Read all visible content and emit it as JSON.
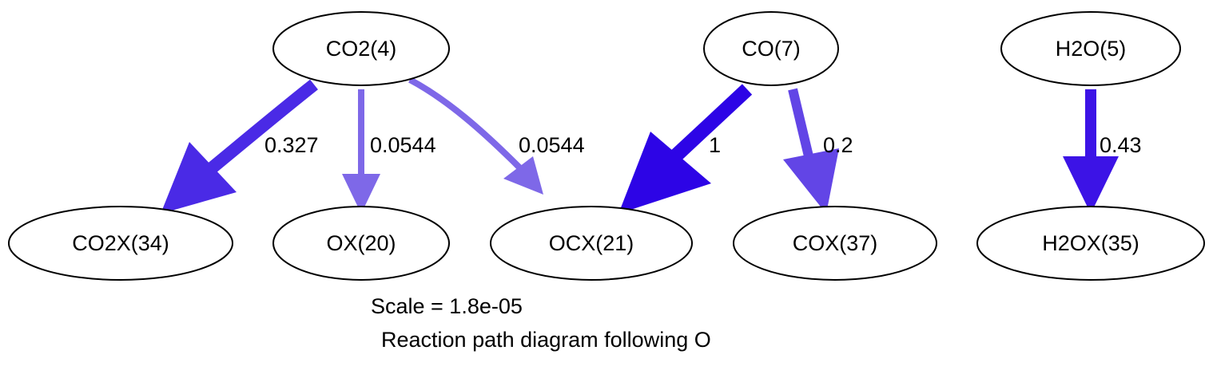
{
  "nodes": {
    "co2": "CO2(4)",
    "co": "CO(7)",
    "h2o": "H2O(5)",
    "co2x": "CO2X(34)",
    "ox": "OX(20)",
    "ocx": "OCX(21)",
    "cox": "COX(37)",
    "h2ox": "H2OX(35)"
  },
  "edges": [
    {
      "from": "CO2(4)",
      "to": "CO2X(34)",
      "label": "0.327",
      "color": "#4a2ae6"
    },
    {
      "from": "CO2(4)",
      "to": "OX(20)",
      "label": "0.0544",
      "color": "#7e68e8"
    },
    {
      "from": "CO2(4)",
      "to": "OCX(21)",
      "label": "0.0544",
      "color": "#7e68e8"
    },
    {
      "from": "CO(7)",
      "to": "OCX(21)",
      "label": "1",
      "color": "#2d04e6"
    },
    {
      "from": "CO(7)",
      "to": "COX(37)",
      "label": "0.2",
      "color": "#6245e6"
    },
    {
      "from": "H2O(5)",
      "to": "H2OX(35)",
      "label": "0.43",
      "color": "#3c13e6"
    }
  ],
  "footer": {
    "scale": "Scale = 1.8e-05",
    "caption": "Reaction path diagram following O"
  }
}
